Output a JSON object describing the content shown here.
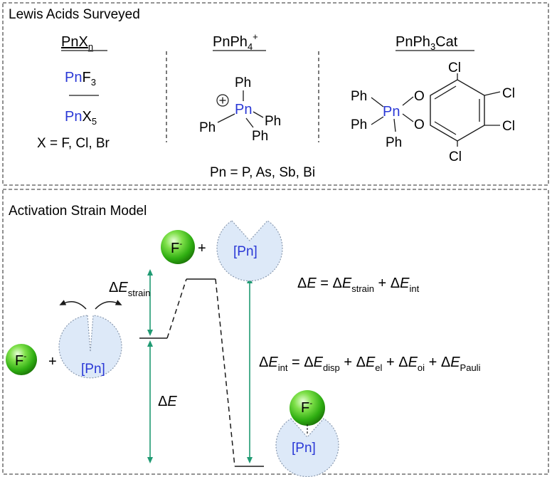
{
  "panel_top": {
    "title": "Lewis Acids Surveyed",
    "col1": {
      "header": "PnX",
      "header_sub": "n",
      "pnf3_pn": "Pn",
      "pnf3_f": "F",
      "pnf3_sub": "3",
      "pnx5_pn": "Pn",
      "pnx5_x": "X",
      "pnx5_sub": "5",
      "x_def": "X = F,  Cl, Br"
    },
    "col2": {
      "header": "PnPh",
      "header_sub": "4",
      "header_sup": "+",
      "ph_top": "Ph",
      "ph_right": "Ph",
      "ph_left": "Ph",
      "ph_bottom": "Ph",
      "pn": "Pn",
      "charge": "+"
    },
    "col3": {
      "header_a": "PnPh",
      "header_sub": "3",
      "header_b": "Cat",
      "ph1": "Ph",
      "ph2": "Ph",
      "ph3": "Ph",
      "pn": "Pn",
      "o1": "O",
      "o2": "O",
      "cl1": "Cl",
      "cl2": "Cl",
      "cl3": "Cl",
      "cl4": "Cl"
    },
    "pn_def": "Pn = P,  As, Sb, Bi"
  },
  "panel_bottom": {
    "title": "Activation Strain Model",
    "f_label": "F",
    "f_sup": "-",
    "plus": "+",
    "pn_label": "[Pn]",
    "de_strain_delta": "ΔE",
    "de_strain_sub": "strain",
    "de_label": "ΔE",
    "eq1": {
      "a": "ΔE = ΔE",
      "a_sub": "strain",
      "b": " +  ΔE",
      "b_sub": "int"
    },
    "eq2": {
      "a": "ΔE",
      "a_sub": "int",
      "b": " = ΔE",
      "b_sub": "disp",
      "c": " + ΔE",
      "c_sub": "el",
      "d": " + ΔE",
      "d_sub": "oi",
      "e": " + ΔE",
      "e_sub": "Pauli"
    }
  },
  "colors": {
    "pn_blue": "#2a38d6",
    "arrow_green": "#1f9a72",
    "pacman_fill": "#dde9f8",
    "ball_green": "#3fbf1f"
  }
}
